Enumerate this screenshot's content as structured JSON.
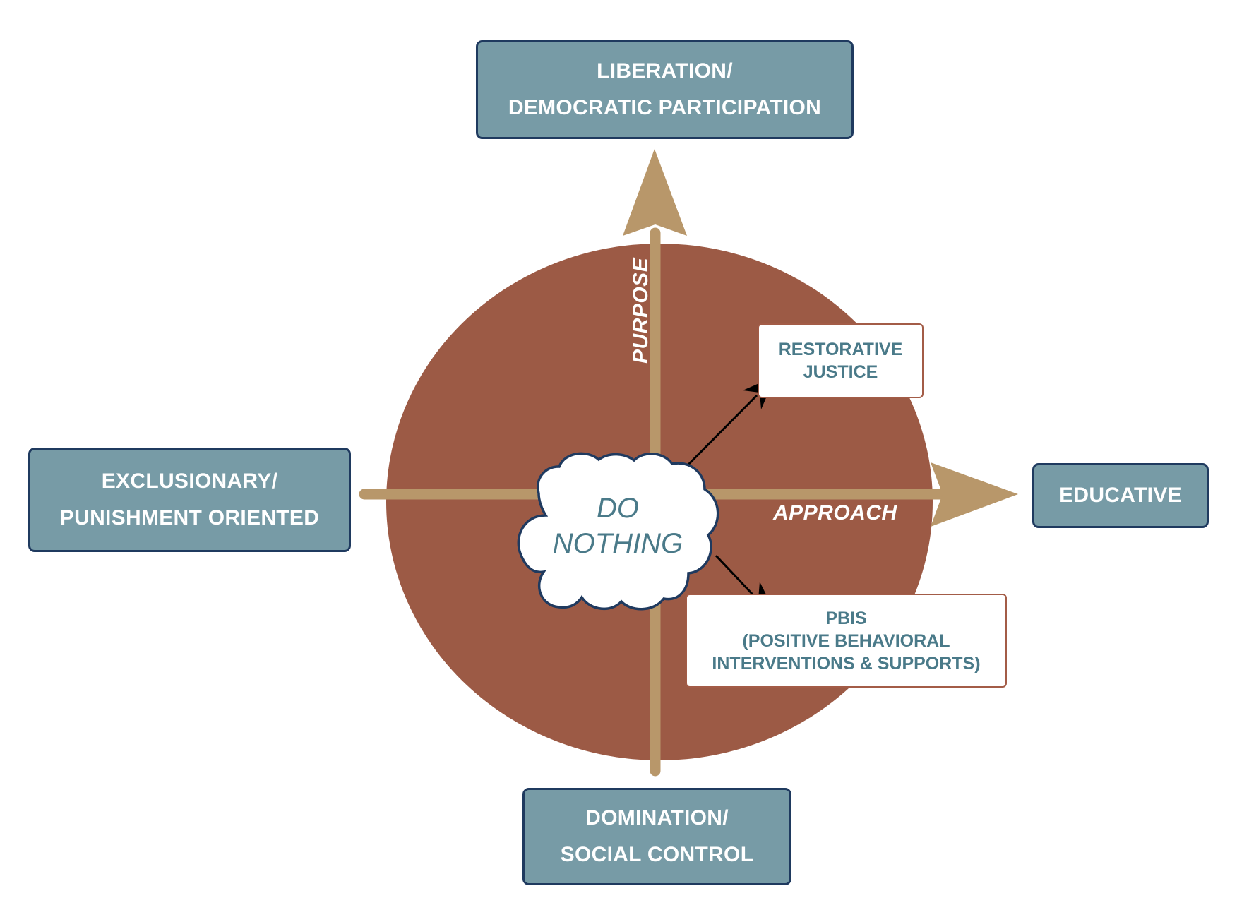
{
  "diagram": {
    "poles": {
      "top": [
        "LIBERATION/",
        "DEMOCRATIC PARTICIPATION"
      ],
      "bottom": [
        "DOMINATION/",
        "SOCIAL CONTROL"
      ],
      "left": [
        "EXCLUSIONARY/",
        "PUNISHMENT ORIENTED"
      ],
      "right": [
        "EDUCATIVE"
      ]
    },
    "axes": {
      "vertical_label": "PURPOSE",
      "horizontal_label": "APPROACH"
    },
    "center": {
      "label": [
        "DO",
        "NOTHING"
      ]
    },
    "methods": {
      "restorative": [
        "RESTORATIVE",
        "JUSTICE"
      ],
      "pbis": [
        "PBIS",
        "(POSITIVE BEHAVIORAL",
        "INTERVENTIONS & SUPPORTS)"
      ]
    },
    "colors": {
      "circle": "#9c5a45",
      "axis": "#b8976a",
      "pole_fill": "#779ba6",
      "pole_border": "#1f3a5f",
      "method_text": "#4a7a89",
      "method_border": "#a35c47",
      "connector": "#000000"
    }
  }
}
